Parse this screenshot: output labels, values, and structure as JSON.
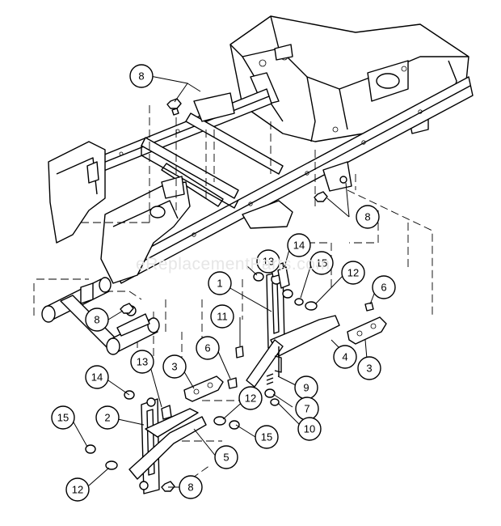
{
  "watermark": "eReplacementParts.com",
  "callouts": [
    {
      "id": "c8a",
      "label": "8"
    },
    {
      "id": "c8b",
      "label": "8"
    },
    {
      "id": "c14a",
      "label": "14"
    },
    {
      "id": "c13a",
      "label": "13"
    },
    {
      "id": "c15a",
      "label": "15"
    },
    {
      "id": "c12a",
      "label": "12"
    },
    {
      "id": "c1",
      "label": "1"
    },
    {
      "id": "c6a",
      "label": "6"
    },
    {
      "id": "c8c",
      "label": "8"
    },
    {
      "id": "c11",
      "label": "11"
    },
    {
      "id": "c6b",
      "label": "6"
    },
    {
      "id": "c4",
      "label": "4"
    },
    {
      "id": "c3a",
      "label": "3"
    },
    {
      "id": "c13b",
      "label": "13"
    },
    {
      "id": "c3b",
      "label": "3"
    },
    {
      "id": "c9",
      "label": "9"
    },
    {
      "id": "c14b",
      "label": "14"
    },
    {
      "id": "c7",
      "label": "7"
    },
    {
      "id": "c12b",
      "label": "12"
    },
    {
      "id": "c2",
      "label": "2"
    },
    {
      "id": "c10",
      "label": "10"
    },
    {
      "id": "c15b",
      "label": "15"
    },
    {
      "id": "c15c",
      "label": "15"
    },
    {
      "id": "c5",
      "label": "5"
    },
    {
      "id": "c12c",
      "label": "12"
    },
    {
      "id": "c8d",
      "label": "8"
    }
  ]
}
